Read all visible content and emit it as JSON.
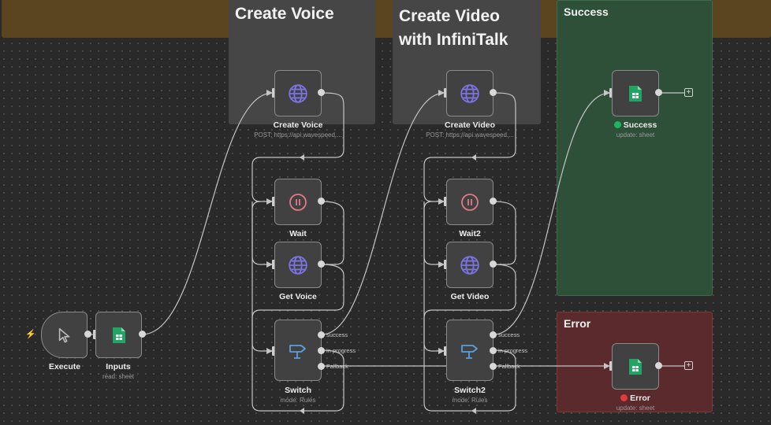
{
  "colors": {
    "success": "#1fb464",
    "error": "#e03b3b",
    "globe": "#7b74e0",
    "wait": "#e07a86",
    "switch": "#5a9fe0",
    "sheets": "#21a464"
  },
  "stickies": {
    "top_banner": "",
    "create_voice": "Create Voice",
    "create_video": "Create Video\nwith InfiniTalk",
    "success": "Success",
    "error": "Error"
  },
  "nodes": {
    "execute": {
      "label": "Execute",
      "icon": "cursor-icon"
    },
    "inputs": {
      "label": "Inputs",
      "sub": "read: sheet",
      "icon": "sheets-icon"
    },
    "create_voice": {
      "label": "Create Voice",
      "sub": "POST: https://api.wavespeed....",
      "icon": "globe-icon"
    },
    "wait": {
      "label": "Wait",
      "icon": "pause-icon"
    },
    "get_voice": {
      "label": "Get Voice",
      "icon": "globe-icon"
    },
    "switch": {
      "label": "Switch",
      "sub": "mode: Rules",
      "icon": "switch-icon"
    },
    "create_video": {
      "label": "Create Video",
      "sub": "POST: https://api.wavespeed....",
      "icon": "globe-icon"
    },
    "wait2": {
      "label": "Wait2",
      "icon": "pause-icon"
    },
    "get_video": {
      "label": "Get Video",
      "icon": "globe-icon"
    },
    "switch2": {
      "label": "Switch2",
      "sub": "mode: Rules",
      "icon": "switch-icon"
    },
    "success_sheet": {
      "label": "Success",
      "sub": "update: sheet",
      "icon": "sheets-icon"
    },
    "error_sheet": {
      "label": "Error",
      "sub": "update: sheet",
      "icon": "sheets-icon"
    }
  },
  "switch_outputs": {
    "success": "success",
    "in_progress": "in progress",
    "fallback": "Fallback"
  },
  "plus_symbol": "+"
}
